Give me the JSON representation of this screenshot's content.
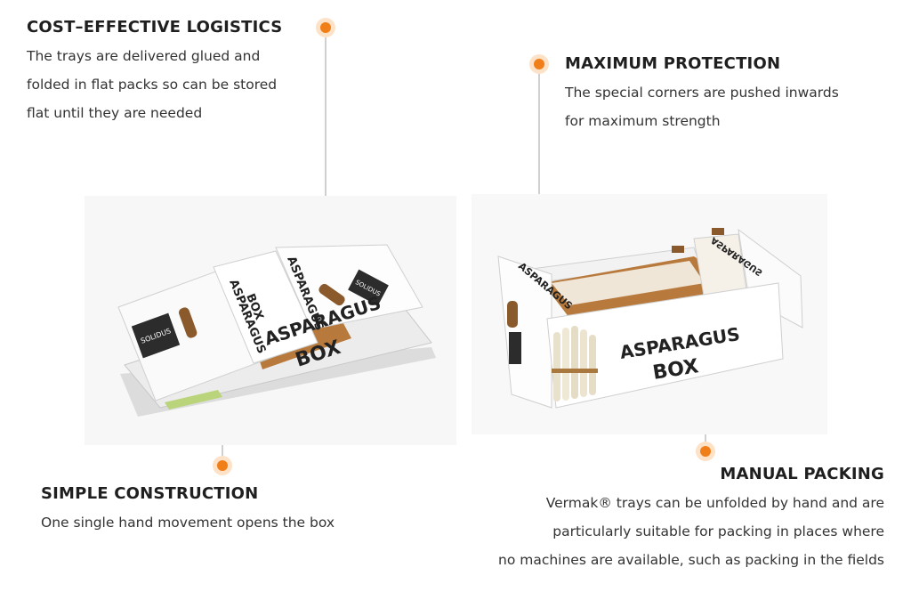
{
  "sections": {
    "logistics": {
      "title": "COST–EFFECTIVE LOGISTICS",
      "lines": [
        "The trays are delivered glued and",
        "folded in flat packs so can be stored",
        "flat until they are needed"
      ]
    },
    "protection": {
      "title": "MAXIMUM PROTECTION",
      "lines": [
        "The special corners are pushed inwards",
        "for maximum strength"
      ]
    },
    "construction": {
      "title": "SIMPLE CONSTRUCTION",
      "lines": [
        "One single hand movement opens the box"
      ]
    },
    "packing": {
      "title": "MANUAL PACKING",
      "lines": [
        "Vermak® trays can be unfolded by hand and are",
        "particularly suitable for packing in places where",
        "no machines are available, such as packing in the fields"
      ]
    }
  },
  "box_print": {
    "brand": "SOLIDUS",
    "line1": "ASPARAGUS",
    "line2": "BOX"
  },
  "colors": {
    "accent": "#f07f1a",
    "kraft": "#b87a3c",
    "callout_line": "#9a9a9a"
  }
}
